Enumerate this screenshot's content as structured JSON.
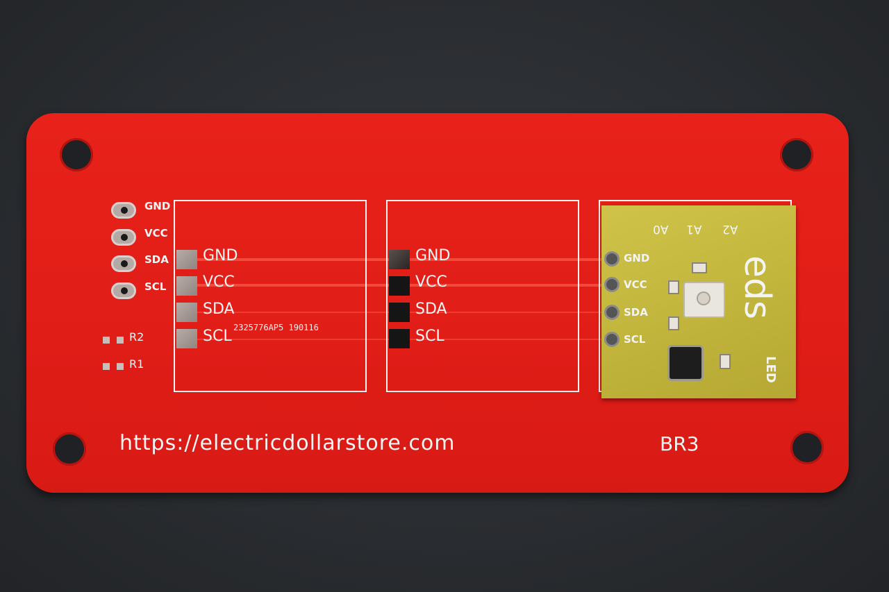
{
  "board": {
    "url_text": "https://electricdollarstore.com",
    "board_id": "BR3",
    "header_labels": [
      "GND",
      "VCC",
      "SDA",
      "SCL"
    ],
    "slot1_labels": [
      "GND",
      "VCC",
      "SDA",
      "SCL"
    ],
    "slot2_labels": [
      "GND",
      "VCC",
      "SDA",
      "SCL"
    ],
    "resistor_labels": [
      "R2",
      "R1"
    ],
    "serial_text": "2325776AP5 190116"
  },
  "module": {
    "brand": "eds",
    "name": "LED",
    "address_labels": [
      "A0",
      "A1",
      "A2"
    ],
    "pin_labels": [
      "GND",
      "VCC",
      "SDA",
      "SCL"
    ]
  },
  "colors": {
    "pcb": "#e01d17",
    "silkscreen": "#f4f4f4",
    "module_pcb": "#c2b63d",
    "background": "#2c2f33"
  }
}
